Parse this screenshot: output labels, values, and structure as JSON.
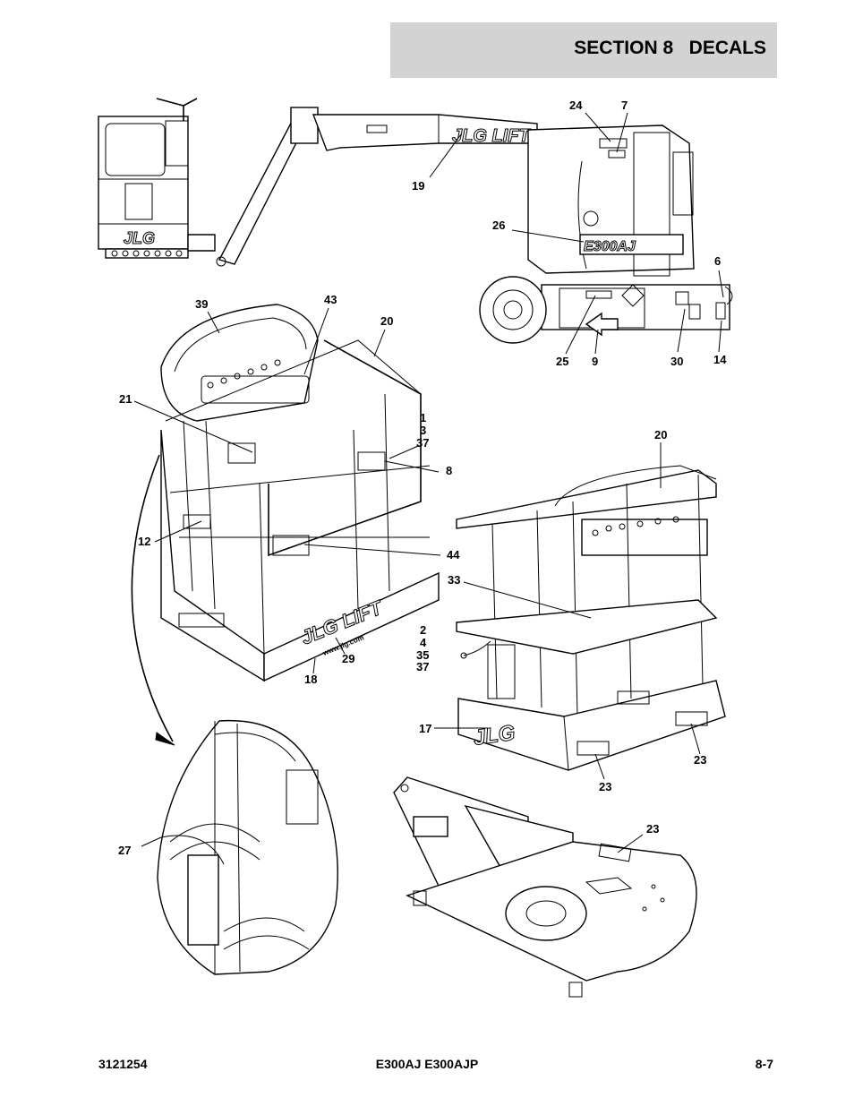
{
  "header": {
    "title": "SECTION 8   DECALS"
  },
  "footer": {
    "part_number": "3121254",
    "model": "E300AJ E300AJP",
    "page": "8-7"
  },
  "figure": {
    "logo_jlg_lift": "JLG LIFT",
    "logo_jlg": "JLG",
    "model_plate": "E300AJ",
    "url_text": "www.jlg.com",
    "callouts": {
      "c24": "24",
      "c7": "7",
      "c19": "19",
      "c26": "26",
      "c6": "6",
      "c25": "25",
      "c9": "9",
      "c30": "30",
      "c14": "14",
      "c39": "39",
      "c43": "43",
      "c20a": "20",
      "c21": "21",
      "c1": "1",
      "c3": "3",
      "c37a": "37",
      "c8": "8",
      "c12": "12",
      "c44": "44",
      "c29": "29",
      "c18": "18",
      "c20b": "20",
      "c33": "33",
      "c2": "2",
      "c4": "4",
      "c35": "35",
      "c37b": "37",
      "c17": "17",
      "c23a": "23",
      "c23b": "23",
      "c23c": "23",
      "c27": "27"
    }
  }
}
